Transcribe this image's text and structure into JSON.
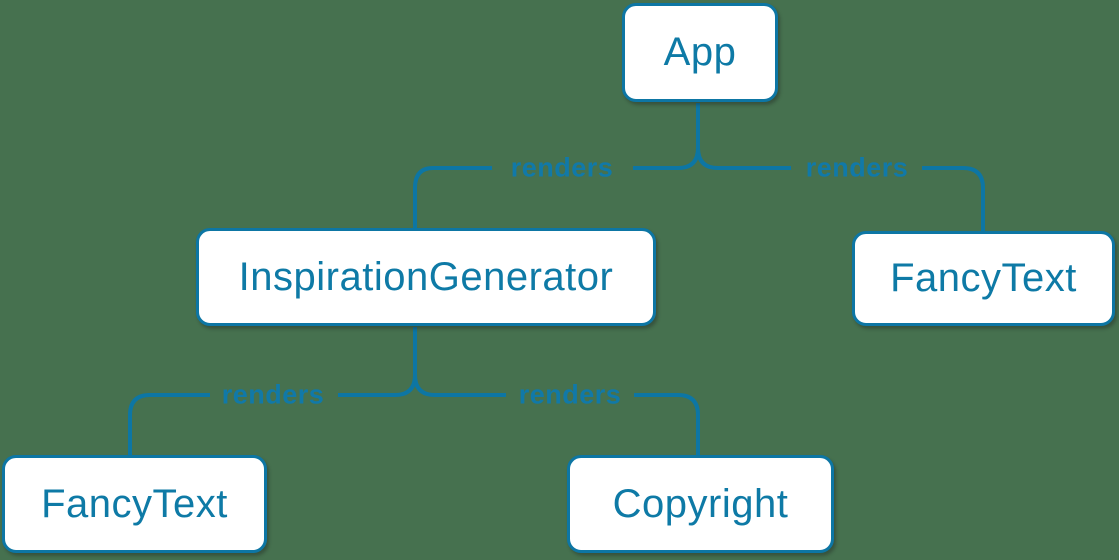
{
  "diagram": {
    "type": "component-tree",
    "background_color": "#46714F",
    "accent_color": "#0D76A4",
    "node_fill_color": "#FFFFFF",
    "nodes": [
      {
        "id": "app",
        "label": "App"
      },
      {
        "id": "inspiration-generator",
        "label": "InspirationGenerator"
      },
      {
        "id": "fancy-text-right",
        "label": "FancyText"
      },
      {
        "id": "fancy-text-bottom",
        "label": "FancyText"
      },
      {
        "id": "copyright",
        "label": "Copyright"
      }
    ],
    "edges": [
      {
        "from": "App",
        "to": "InspirationGenerator",
        "label": "renders"
      },
      {
        "from": "App",
        "to": "FancyText",
        "label": "renders"
      },
      {
        "from": "InspirationGenerator",
        "to": "FancyText",
        "label": "renders"
      },
      {
        "from": "InspirationGenerator",
        "to": "Copyright",
        "label": "renders"
      }
    ]
  }
}
